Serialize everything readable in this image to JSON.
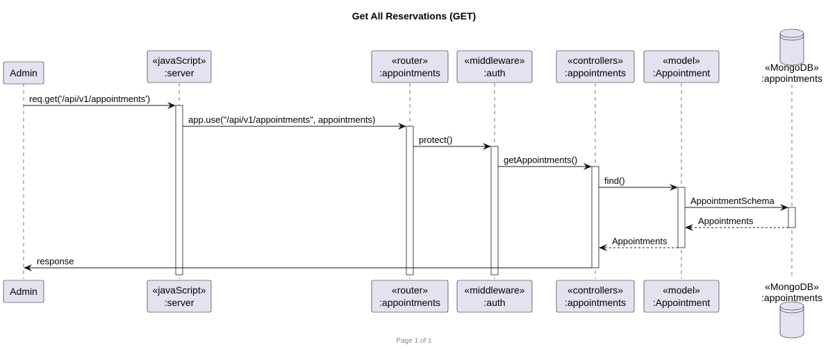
{
  "title": "Get All Reservations (GET)",
  "footer": "Page 1 of 1",
  "participants": [
    {
      "id": "admin",
      "kind": "box",
      "lines": [
        "Admin"
      ]
    },
    {
      "id": "server",
      "kind": "box",
      "lines": [
        "«javaScript»",
        ":server"
      ]
    },
    {
      "id": "router",
      "kind": "box",
      "lines": [
        "«router»",
        ":appointments"
      ]
    },
    {
      "id": "auth",
      "kind": "box",
      "lines": [
        "«middleware»",
        ":auth"
      ]
    },
    {
      "id": "controllers",
      "kind": "box",
      "lines": [
        "«controllers»",
        ":appointments"
      ]
    },
    {
      "id": "model",
      "kind": "box",
      "lines": [
        "«model»",
        ":Appointment"
      ]
    },
    {
      "id": "db",
      "kind": "database",
      "lines": [
        "«MongoDB»",
        ":appointments"
      ]
    }
  ],
  "messages": [
    {
      "from": "admin",
      "to": "server",
      "label": "req.get('/api/v1/appointments')",
      "style": "solid"
    },
    {
      "from": "server",
      "to": "router",
      "label": "app.use(\"/api/v1/appointments\", appointments)",
      "style": "solid"
    },
    {
      "from": "router",
      "to": "auth",
      "label": "protect()",
      "style": "solid"
    },
    {
      "from": "auth",
      "to": "controllers",
      "label": "getAppointments()",
      "style": "solid"
    },
    {
      "from": "controllers",
      "to": "model",
      "label": "find()",
      "style": "solid"
    },
    {
      "from": "model",
      "to": "db",
      "label": "AppointmentSchema",
      "style": "solid"
    },
    {
      "from": "db",
      "to": "model",
      "label": "Appointments",
      "style": "dashed"
    },
    {
      "from": "model",
      "to": "controllers",
      "label": "Appointments",
      "style": "dashed"
    },
    {
      "from": "controllers",
      "to": "admin",
      "label": "response",
      "style": "solid"
    }
  ],
  "colors": {
    "participant_fill": "#e2e2f0",
    "participant_border": "#181818",
    "lifeline": "#181818",
    "footer_text": "#888888"
  }
}
